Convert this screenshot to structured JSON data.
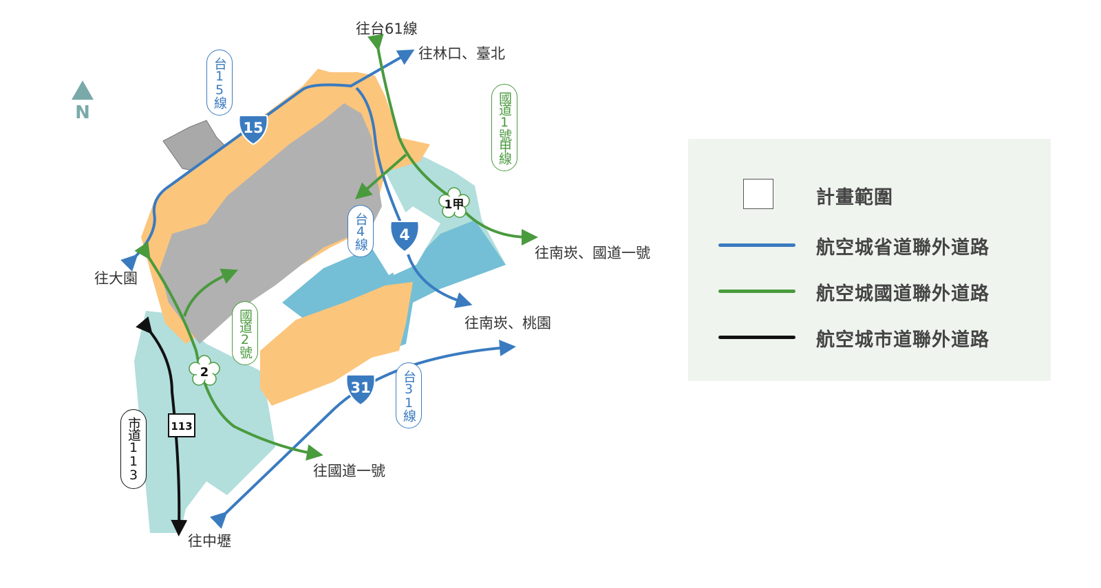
{
  "north": {
    "label": "N"
  },
  "colors": {
    "provincial": "#3a7bc0",
    "national": "#4a9a3e",
    "municipal": "#111111",
    "airport_orange": "#fcc57c",
    "runway_gray": "#b1b1b1",
    "teal_light": "#b2dedc",
    "blue_zone": "#74bfd6",
    "legend_bg": "#eff4ee"
  },
  "destinations": {
    "tai61": "往台61線",
    "linkou": "往林口、臺北",
    "nankan_nh1": "往南崁、國道一號",
    "nankan_taoyuan": "往南崁、桃園",
    "dayuan": "往大園",
    "nh1": "往國道一號",
    "zhongli": "往中壢"
  },
  "route_labels": {
    "tai15": "台15線",
    "nh1a": "國道1號甲線",
    "tai4": "台4線",
    "nh2": "國道2號",
    "tai31": "台31線",
    "city113": "市道113"
  },
  "shields": {
    "tai15": "15",
    "tai4": "4",
    "tai31": "31",
    "nh1a": "1甲",
    "nh2": "2",
    "city113": "113"
  },
  "legend": {
    "items": [
      {
        "label": "計畫範圍",
        "symbol": "box"
      },
      {
        "label": "航空城省道聯外道路",
        "symbol": "line",
        "color": "#3a7bc0"
      },
      {
        "label": "航空城國道聯外道路",
        "symbol": "line",
        "color": "#4a9a3e"
      },
      {
        "label": "航空城市道聯外道路",
        "symbol": "line",
        "color": "#111111"
      }
    ]
  }
}
